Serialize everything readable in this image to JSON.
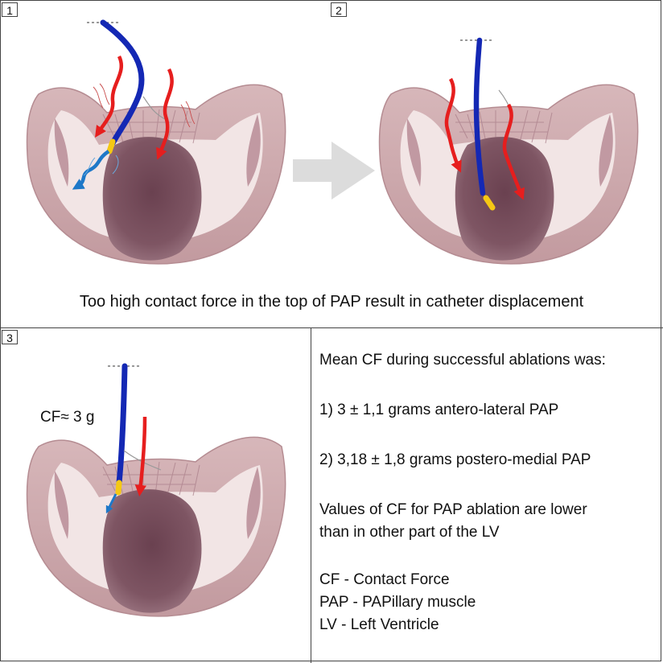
{
  "panels": {
    "p1": {
      "number": "1"
    },
    "p2": {
      "number": "2"
    },
    "p3": {
      "number": "3",
      "cf_label": "CF≈ 3 g"
    }
  },
  "caption": "Too high contact force in the top of PAP result in catheter displacement",
  "info": {
    "heading": "Mean CF during successful ablations was:",
    "item1": "1) 3 ± 1,1 grams antero-lateral PAP",
    "item2": "2) 3,18 ± 1,8 grams postero-medial PAP",
    "note_line1": "Values of CF for PAP ablation are lower",
    "note_line2": "than in other part of the LV",
    "legend": [
      "CF - Contact Force",
      "PAP - PAPillary muscle",
      "LV - Left Ventricle"
    ]
  },
  "colors": {
    "catheter": "#1428b4",
    "force_arrow": "#e61e1e",
    "displacement_arrow": "#1e78c8",
    "tip": "#f5c814",
    "ventricle_wall": "#c9a4a8",
    "cavity": "#f1e4e4",
    "papillary": "#6e4654",
    "big_arrow": "#dcdcdc"
  }
}
